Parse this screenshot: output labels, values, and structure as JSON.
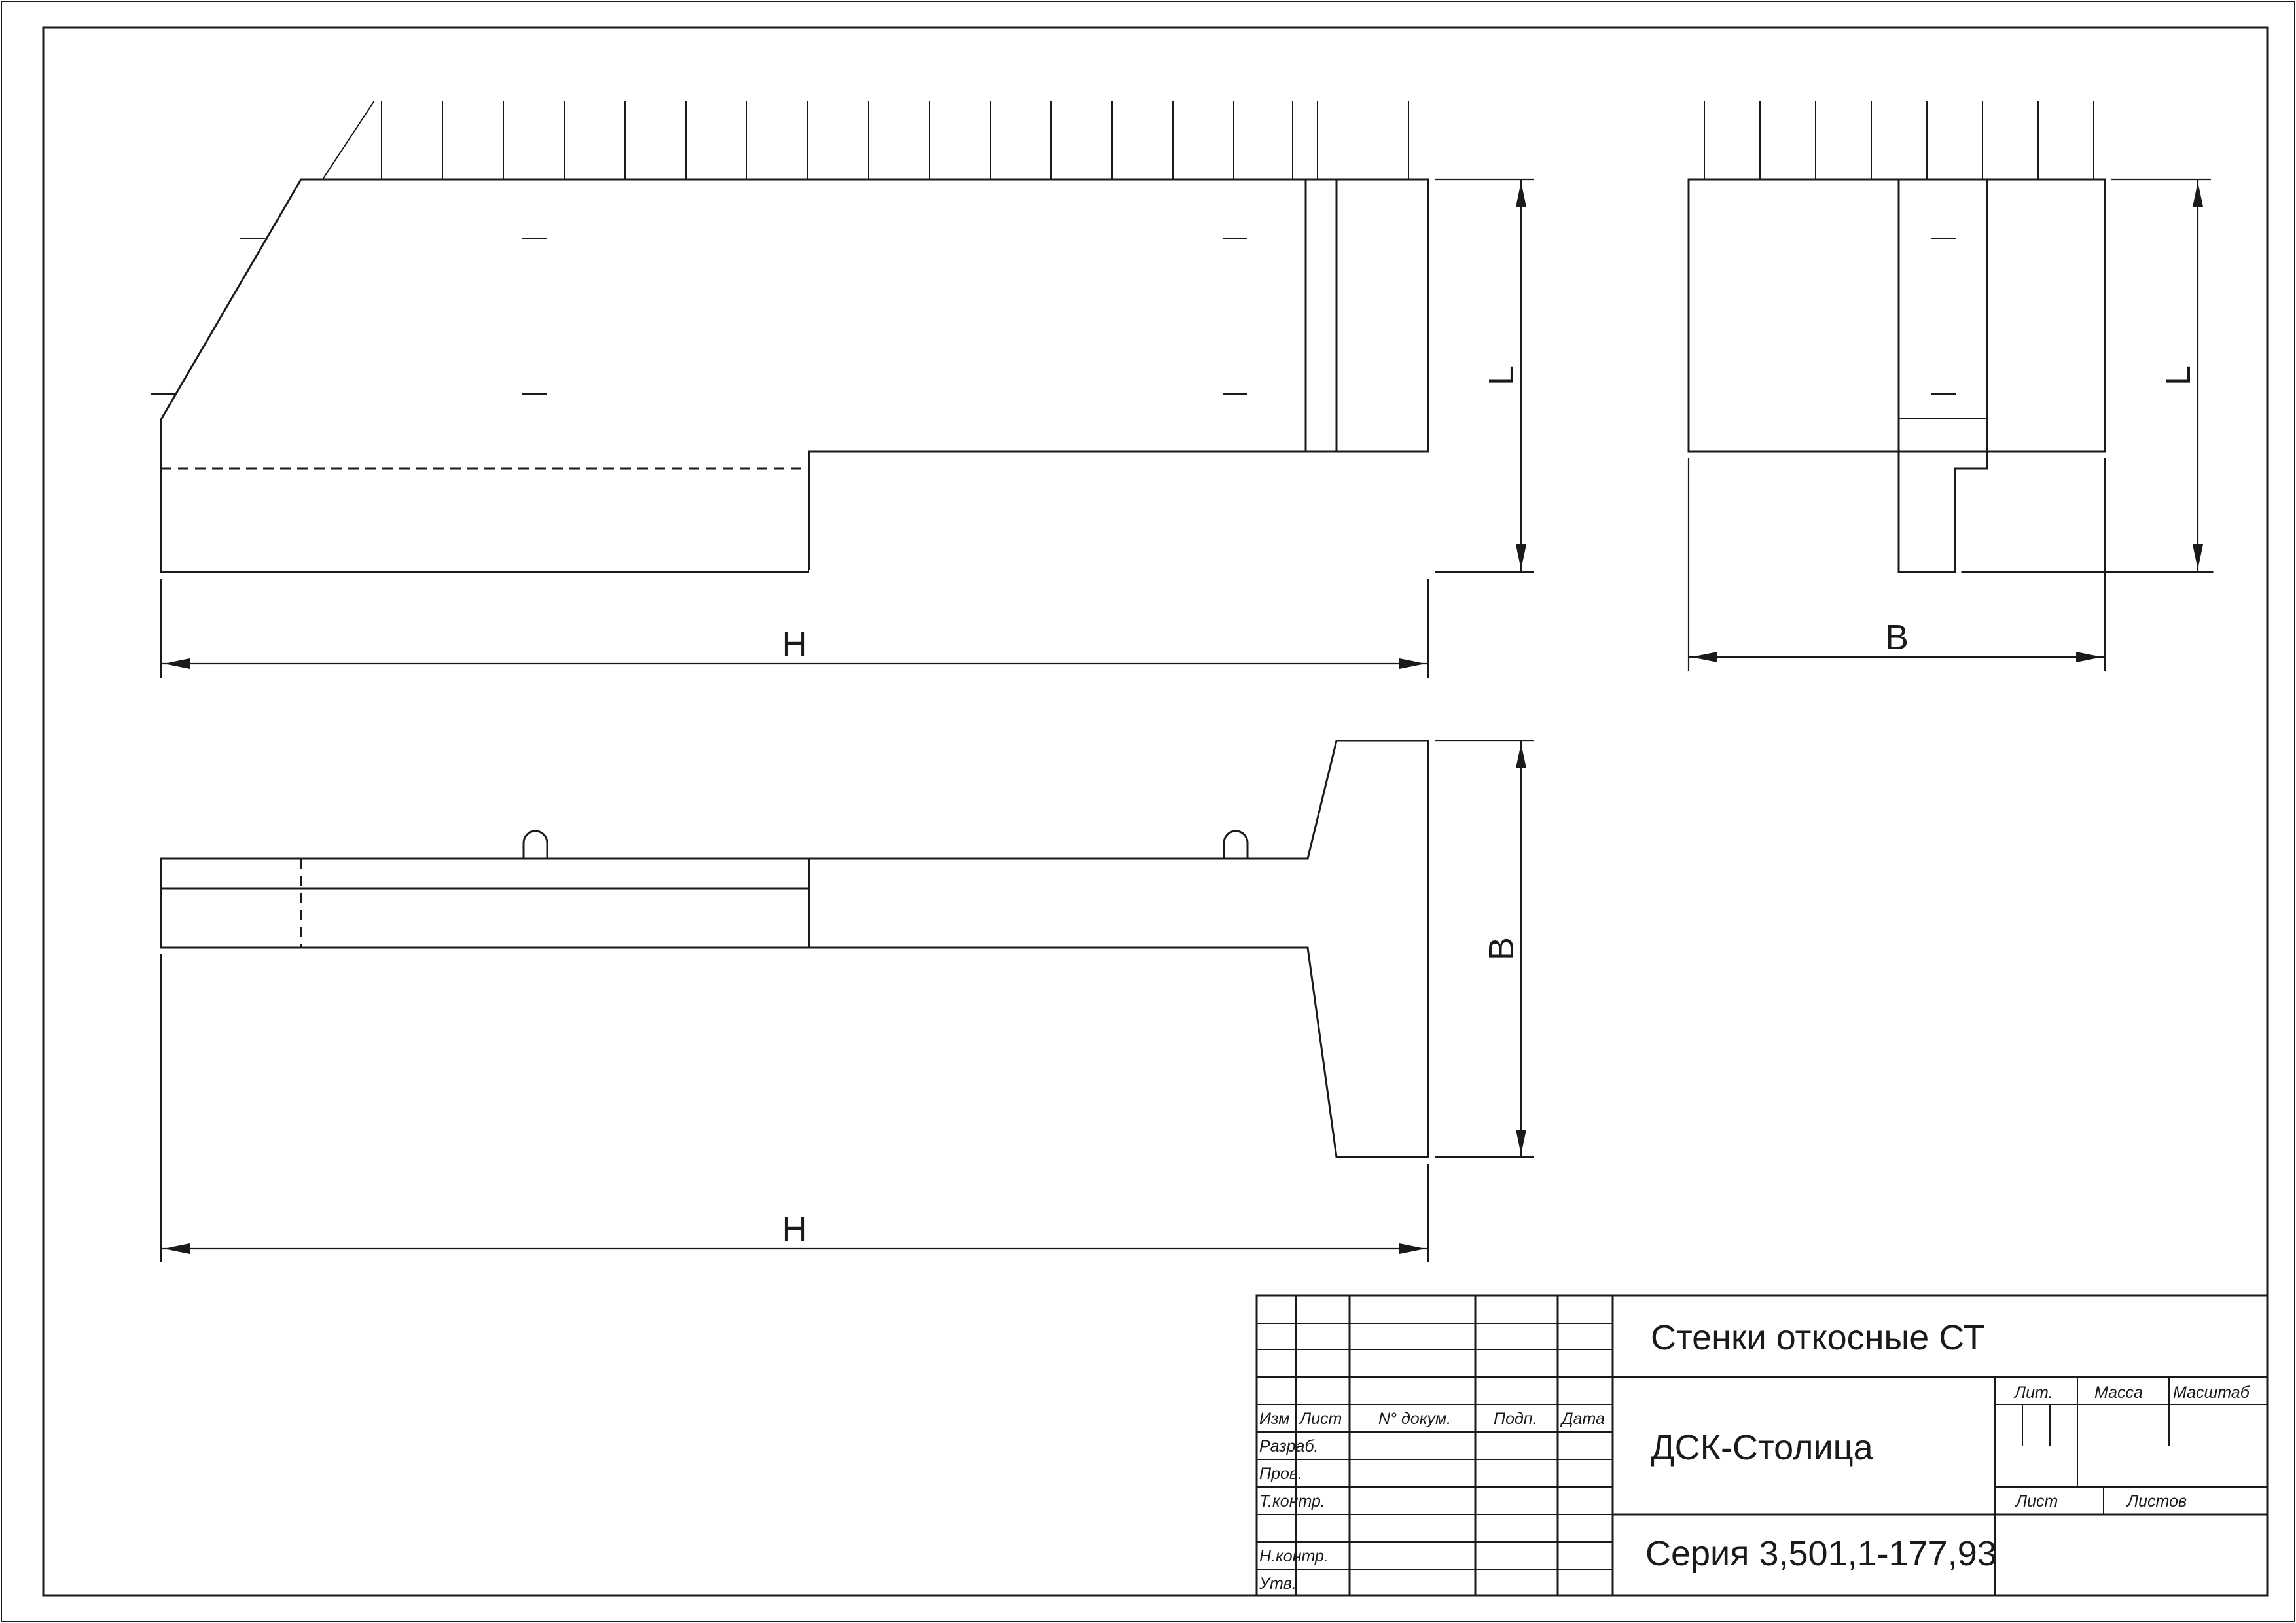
{
  "dimensions": {
    "top_view_width": "H",
    "top_view_height": "L",
    "side_view_width": "B",
    "side_view_height": "L",
    "bottom_view_width": "H",
    "bottom_view_height": "B"
  },
  "title_block": {
    "title": "Стенки откосные СТ",
    "organization": "ДСК-Столица",
    "series": "Серия 3,501,1-177,93",
    "headers": {
      "izm": "Изм",
      "list": "Лист",
      "doc_no": "N° докум.",
      "sign": "Подп.",
      "date": "Дата"
    },
    "roles": {
      "developed": "Разраб.",
      "checked": "Пров.",
      "tech_control": "Т.контр.",
      "norm_control": "Н.контр.",
      "approved": "Утв."
    },
    "info_headers": {
      "lit": "Лит.",
      "mass": "Масса",
      "scale": "Масштаб",
      "sheet": "Лист",
      "sheets": "Листов"
    }
  }
}
